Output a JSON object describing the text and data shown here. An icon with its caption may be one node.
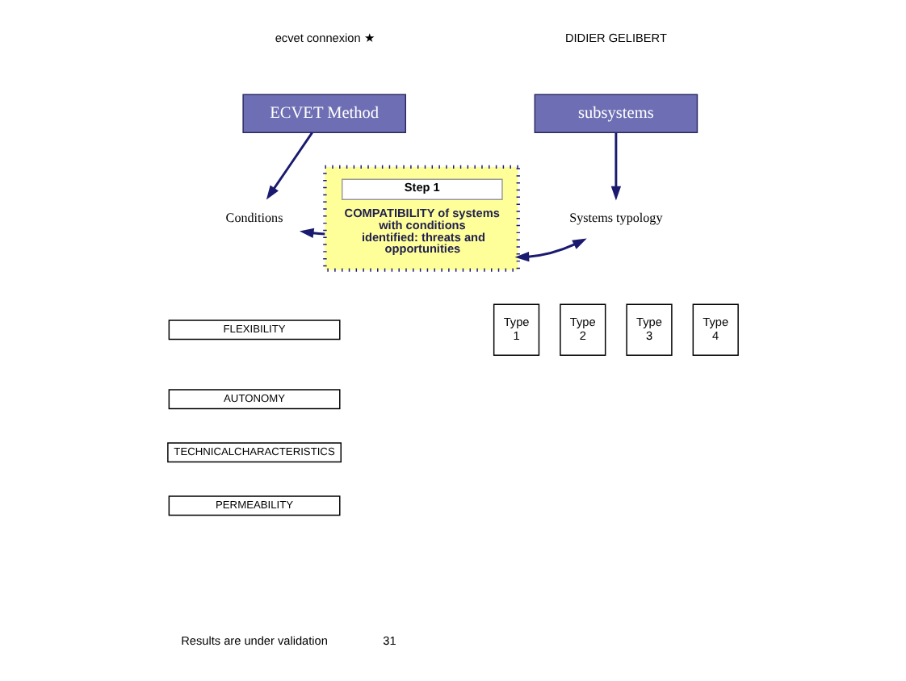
{
  "diagram": {
    "nodes": [
      {
        "text": [
          "ECVET Method"
        ]
      },
      {
        "text": [
          "subsystems"
        ]
      },
      {
        "text": [
          "Conditions"
        ]
      },
      {
        "text": [
          "Step 1",
          "COMPATIBILITY of systems with conditions identified: threats and opportunities"
        ]
      },
      {
        "text": [
          "Systems typology"
        ]
      },
      {
        "text": [
          "FLEXIBILITY"
        ]
      },
      {
        "text": [
          "AUTONOMY"
        ]
      },
      {
        "text": [
          "TECHNICALCHARACTERISTICS"
        ]
      },
      {
        "text": [
          "PERMEABILITY"
        ]
      },
      {
        "text": [
          "Type 1"
        ]
      },
      {
        "text": [
          "Type 2"
        ]
      },
      {
        "text": [
          "Type 3"
        ]
      },
      {
        "text": [
          "Type 4"
        ]
      }
    ],
    "edges": [
      {
        "from": 0,
        "to": 2,
        "arrow": "to"
      },
      {
        "from": 1,
        "to": 4,
        "arrow": "to"
      },
      {
        "from": 3,
        "to": 2,
        "arrow": "to"
      },
      {
        "from": 3,
        "to": 4,
        "arrow": "both"
      }
    ],
    "labels": [
      "ecvet connexion ★",
      "DIDIER GELIBERT",
      "Results are under validation",
      "31"
    ]
  }
}
